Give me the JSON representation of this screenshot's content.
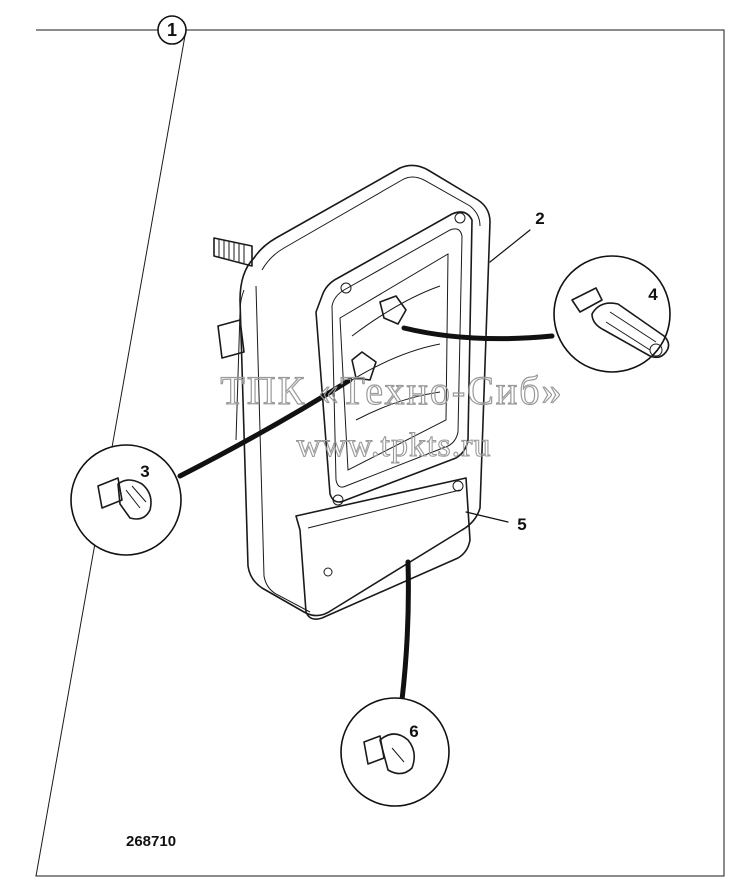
{
  "diagram": {
    "assembly_number": "1",
    "figure_code": "268710",
    "watermark_line1": "ТПК «Техно-Сиб»",
    "watermark_line2": "www.tpkts.ru",
    "callouts": {
      "lamp_housing": "2",
      "side_bulb": "3",
      "headlamp_bulb": "4",
      "lens_cover": "5",
      "indicator_bulb": "6"
    }
  }
}
